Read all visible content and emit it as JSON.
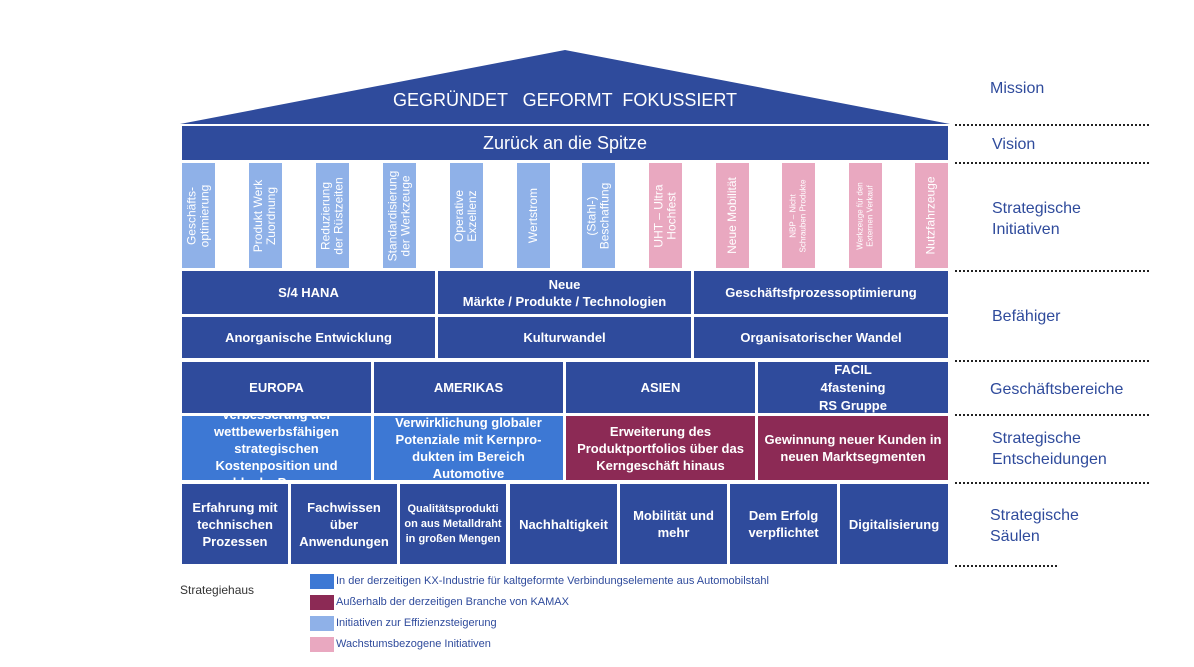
{
  "roof": {
    "title": "GEGRÜNDET   GEFORMT  FOKUSSIERT"
  },
  "vision": {
    "text": "Zurück an die Spitze"
  },
  "initiatives": [
    {
      "label": "Geschäfts-\noptimierung",
      "kind": "efficiency"
    },
    {
      "label": "Produkt Werk\nZuordnung",
      "kind": "efficiency"
    },
    {
      "label": "Reduzierung\nder Rüstzeiten",
      "kind": "efficiency"
    },
    {
      "label": "Standardisierung\nder Werkzeuge",
      "kind": "efficiency"
    },
    {
      "label": "Operative\nExzellenz",
      "kind": "efficiency"
    },
    {
      "label": "Wertstrom",
      "kind": "efficiency"
    },
    {
      "label": "(Stahl-)\nBeschaffung",
      "kind": "efficiency"
    },
    {
      "label": "UHT – Ultra\nHochfest",
      "kind": "growth"
    },
    {
      "label": "Neue Mobilität",
      "kind": "growth"
    },
    {
      "label": "NBP – Nicht\nSchrauben Produkte",
      "kind": "growth"
    },
    {
      "label": "Werkzeuge für den\nExternen Verkauf",
      "kind": "growth"
    },
    {
      "label": "Nutzfahrzeuge",
      "kind": "growth"
    }
  ],
  "enablers": {
    "row1": [
      "S/4 HANA",
      "Neue\nMärkte / Produkte / Technologien",
      "Geschäftsfprozessoptimierung"
    ],
    "row2": [
      "Anorganische Entwicklung",
      "Kulturwandel",
      "Organisatorischer Wandel"
    ]
  },
  "business_areas": [
    "EUROPA",
    "AMERIKAS",
    "ASIEN",
    "FACIL\n4fastening\nRS Gruppe"
  ],
  "decisions": [
    {
      "text": "Verbesserung der wettbewerbsfähigen strategischen Kostenposition und schlanke Prozesse",
      "kind": "current"
    },
    {
      "text": "Verwirklichung globaler Potenziale mit Kernpro-dukten im Bereich Automotive",
      "kind": "current"
    },
    {
      "text": "Erweiterung des Produktportfolios über das Kerngeschäft hinaus",
      "kind": "outside"
    },
    {
      "text": "Gewinnung neuer Kunden in neuen Marktsegmenten",
      "kind": "outside"
    }
  ],
  "pillars": [
    "Erfahrung mit technischen Prozessen",
    "Fachwissen über Anwendungen",
    "Qualitätsprodukti on aus Metalldraht in großen Mengen",
    "Nachhaltigkeit",
    "Mobilität und mehr",
    "Dem Erfolg verpflichtet",
    "Digitalisierung"
  ],
  "row_labels": {
    "mission": "Mission",
    "vision": "Vision",
    "initiatives": "Strategische\nInitiativen",
    "enablers": "Befähiger",
    "business": "Geschäftsbereiche",
    "decisions": "Strategische\nEntscheidungen",
    "pillars": "Strategische\nSäulen"
  },
  "caption": "Strategiehaus",
  "legend": [
    {
      "label": "In der derzeitigen KX-Industrie für kaltgeformte Verbindungselemente aus Automobilstahl",
      "color": "#3d78d4"
    },
    {
      "label": "Außerhalb der derzeitigen Branche von KAMAX",
      "color": "#8c2a55"
    },
    {
      "label": "Initiativen zur Effizienzsteigerung",
      "color": "#8fb1e8"
    },
    {
      "label": "Wachstumsbezogene Initiativen",
      "color": "#e9a8c0"
    }
  ],
  "colors": {
    "dark_blue": "#2f4b9c",
    "medium_blue": "#3d78d4",
    "wine": "#8c2a55",
    "light_blue": "#8fb1e8",
    "pink": "#e9a8c0"
  }
}
